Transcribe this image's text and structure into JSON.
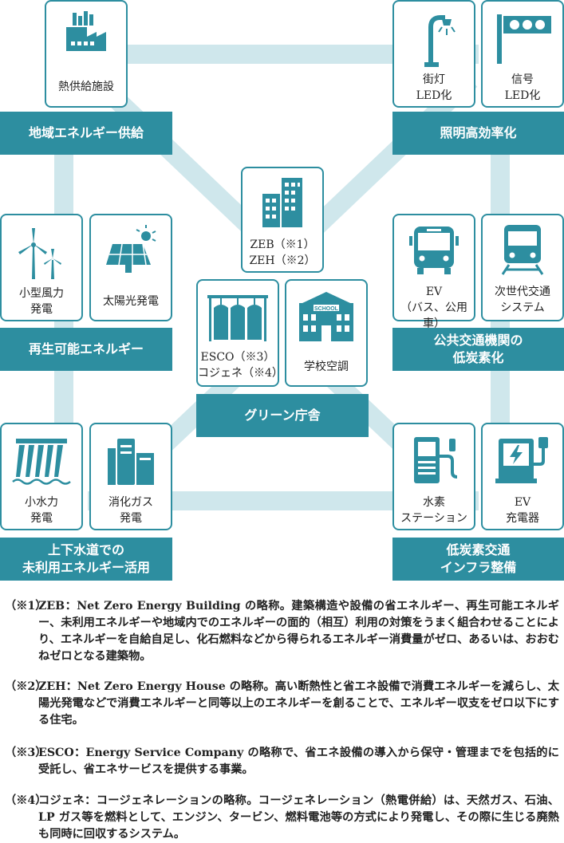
{
  "cards": {
    "heat": "熱供給施設",
    "streetlight": "街灯\nLED化",
    "signal": "信号\nLED化",
    "zeb": "ZEB（※1）\nZEH（※2）",
    "wind": "小型風力\n発電",
    "solar": "太陽光発電",
    "esco": "ESCO（※3）\nコジェネ（※4）",
    "school": "学校空調",
    "ev_bus": "EV\n（バス、公用車）",
    "next_transit": "次世代交通\nシステム",
    "hydro": "小水力\n発電",
    "digestion_gas": "消化ガス\n発電",
    "hydrogen": "水素\nステーション",
    "ev_charger": "EV\n充電器",
    "school_sign": "SCHOOL"
  },
  "banners": {
    "regional_energy": "地域エネルギー供給",
    "lighting": "照明高効率化",
    "renewable": "再生可能エネルギー",
    "public_transit": "公共交通機関の\n低炭素化",
    "green_office": "グリーン庁舎",
    "sewage": "上下水道での\n未利用エネルギー活用",
    "low_carbon_transport": "低炭素交通\nインフラ整備"
  },
  "notes": [
    {
      "mark": "（※1）",
      "text": "ZEB：Net Zero Energy Building の略称。建築構造や設備の省エネルギー、再生可能エネルギー、未利用エネルギーや地域内でのエネルギーの面的（相互）利用の対策をうまく組合わせることにより、エネルギーを自給自足し、化石燃料などから得られるエネルギー消費量がゼロ、あるいは、おおむねゼロとなる建築物。"
    },
    {
      "mark": "（※2）",
      "text": "ZEH：Net Zero Energy House の略称。高い断熱性と省エネ設備で消費エネルギーを減らし、太陽光発電などで消費エネルギーと同等以上のエネルギーを創ることで、エネルギー収支をゼロ以下にする住宅。"
    },
    {
      "mark": "（※3）",
      "text": "ESCO：Energy Service Company の略称で、省エネ設備の導入から保守・管理までを包括的に受託し、省エネサービスを提供する事業。"
    },
    {
      "mark": "（※4）",
      "text": "コジェネ：コージェネレーションの略称。コージェネレーション（熱電併給）は、天然ガス、石油、LP ガス等を燃料として、エンジン、タービン、燃料電池等の方式により発電し、その際に生じる廃熱も同時に回収するシステム。"
    }
  ],
  "colors": {
    "teal": "#2d8ea0",
    "light_teal": "#cfe7ec"
  }
}
